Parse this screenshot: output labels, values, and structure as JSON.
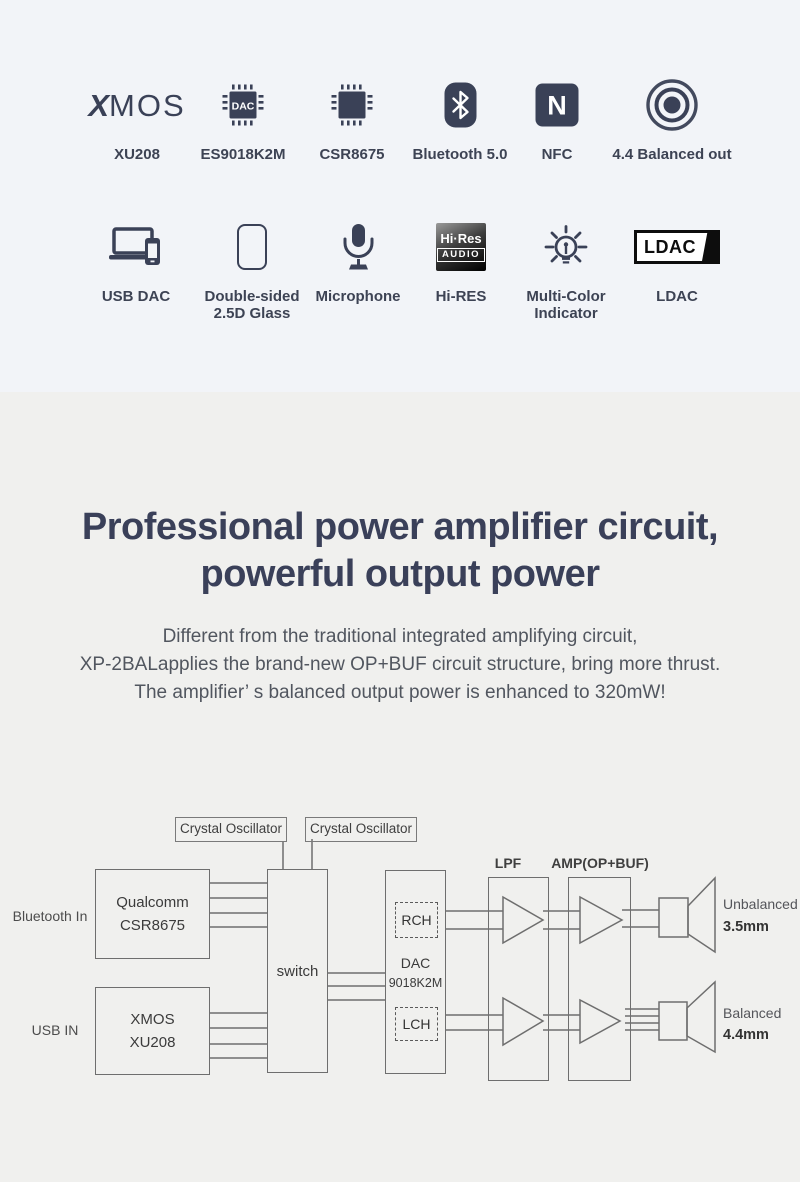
{
  "colors": {
    "navy": "#3a4157",
    "top_section_bg": "#f2f4f8",
    "bottom_section_bg": "#f0f0ee",
    "heading_text": "#3a4059",
    "body_text": "#51565f",
    "diagram_line": "#6e6e6e"
  },
  "features": {
    "row1": [
      {
        "label": "XU208"
      },
      {
        "label": "ES9018K2M"
      },
      {
        "label": "CSR8675"
      },
      {
        "label": "Bluetooth 5.0"
      },
      {
        "label": "NFC"
      },
      {
        "label": "4.4 Balanced out"
      }
    ],
    "row2": [
      {
        "label": "USB DAC"
      },
      {
        "label": "Double-sided 2.5D Glass"
      },
      {
        "label": "Microphone"
      },
      {
        "label": "Hi-RES"
      },
      {
        "label": "Multi-Color Indicator"
      },
      {
        "label": "LDAC"
      }
    ],
    "logos": {
      "xmos_x": "X",
      "xmos_mos": "MOS",
      "dac_chip_text": "DAC",
      "nfc_letter": "N",
      "hires_line1": "Hi·Res",
      "hires_line2": "AUDIO",
      "ldac_text": "LDAC"
    }
  },
  "section": {
    "heading_line1": "Professional power amplifier circuit,",
    "heading_line2": "powerful output power",
    "body_line1": "Different from the traditional integrated amplifying circuit,",
    "body_line2": "XP-2BALapplies the brand-new OP+BUF circuit structure, bring more thrust.",
    "body_line3": "The amplifier’ s balanced output power is enhanced to 320mW!"
  },
  "diagram": {
    "crystal_oscillator_1": "Crystal Oscillator",
    "crystal_oscillator_2": "Crystal Oscillator",
    "input_bluetooth": "Bluetooth In",
    "input_usb": "USB IN",
    "qualcomm_line1": "Qualcomm",
    "qualcomm_line2": "CSR8675",
    "xmos_line1": "XMOS",
    "xmos_line2": "XU208",
    "switch_label": "switch",
    "rch_label": "RCH",
    "lch_label": "LCH",
    "dac_line1": "DAC",
    "dac_line2": "9018K2M",
    "lpf_label": "LPF",
    "amp_label": "AMP(OP+BUF)",
    "output_unbalanced_line1": "Unbalanced",
    "output_unbalanced_line2": "3.5mm",
    "output_balanced_line1": "Balanced",
    "output_balanced_line2": "4.4mm"
  }
}
